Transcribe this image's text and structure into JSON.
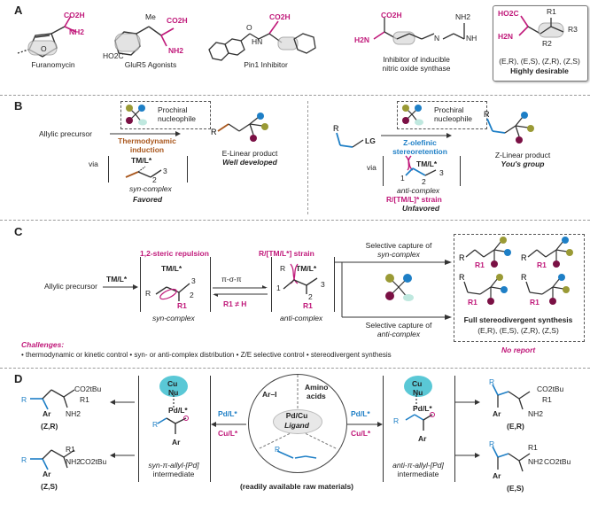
{
  "sections": {
    "a": "A",
    "b": "B",
    "c": "C",
    "d": "D"
  },
  "panel_a": {
    "furanomycin": "Furanomycin",
    "glur5": "GluR5 Agonists",
    "pin1": "Pin1 Inhibitor",
    "nos_line1": "Inhibitor of inducible",
    "nos_line2": "nitric oxide synthase",
    "box_isomers": "(E,R), (E,S), (Z,R), (Z,S)",
    "box_desirable": "Highly desirable",
    "co2h": "CO2H",
    "nh2": "NH2",
    "me": "Me",
    "h2n": "H2N",
    "nh": "NH",
    "hn": "HN",
    "r1": "R1",
    "r2": "R2",
    "r3": "R3",
    "ho2c": "HO2C"
  },
  "panel_b": {
    "allylic_precursor": "Allylic precursor",
    "prochiral1": "Prochiral",
    "prochiral2": "nucleophile",
    "thermo1": "Thermodynamic",
    "thermo2": "induction",
    "via": "via",
    "tml": "TM/L*",
    "syn_complex": "syn-complex",
    "favored": "Favored",
    "e_linear": "E-Linear product",
    "well_developed": "Well developed",
    "lg": "LG",
    "r": "R",
    "zolef1": "Z-olefinic",
    "zolef2": "stereoretention",
    "anti_complex": "anti-complex",
    "strain": "R/[TM/L]* strain",
    "unfavored": "Unfavored",
    "z_linear": "Z-Linear product",
    "yous": "You's group",
    "n1": "1",
    "n2": "2",
    "n3": "3"
  },
  "panel_c": {
    "allylic_precursor": "Allylic precursor",
    "tml": "TM/L*",
    "steric": "1,2-steric repulsion",
    "strain": "R/[TM/L*] strain",
    "pi_sigma_pi": "π-σ-π",
    "r1_ne_h": "R1 ≠ H",
    "syn_complex": "syn-complex",
    "anti_complex": "anti-complex",
    "sel_syn1": "Selective capture of",
    "sel_syn2": "syn-complex",
    "sel_anti1": "Selective capture of",
    "sel_anti2": "anti-complex",
    "full": "Full stereodivergent synthesis",
    "isomers": "(E,R), (E,S), (Z,R), (Z,S)",
    "no_report": "No report",
    "challenges": "Challenges:",
    "challenge_list": "• thermodynamic or kinetic control • syn- or anti-complex distribution • Z/E selective control • stereodivergent synthesis",
    "r": "R",
    "r1": "R1",
    "n1": "1",
    "n2": "2",
    "n3": "3"
  },
  "panel_d": {
    "zr": "(Z,R)",
    "zs": "(Z,S)",
    "er": "(E,R)",
    "es": "(E,S)",
    "co2tbu": "CO2tBu",
    "nh2": "NH2",
    "r": "R",
    "r1": "R1",
    "ar": "Ar",
    "cu_l": "Cu/L*",
    "pd_l": "Pd/L*",
    "nu": "Nu",
    "cu": "Cu",
    "syn_int1": "syn-π-allyl-[Pd]",
    "syn_int2": "intermediate",
    "anti_int1": "anti-π-allyl-[Pd]",
    "anti_int2": "intermediate",
    "ar_i": "Ar–I",
    "amino1": "Amino",
    "amino2": "acids",
    "pdcu": "Pd/Cu",
    "ligand": "Ligand",
    "raw": "(readily available raw materials)"
  },
  "colors": {
    "magenta": "#c0197a",
    "blue": "#1e7fc6",
    "brown": "#a9571d",
    "olive": "#9a9a35",
    "teal": "#5ac8d6",
    "purple": "#7a1044"
  }
}
